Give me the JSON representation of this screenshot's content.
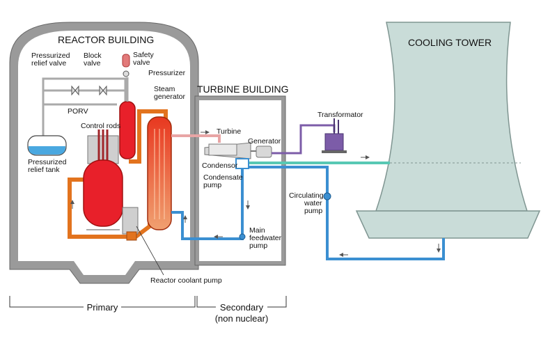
{
  "buildings": {
    "reactor": "REACTOR BUILDING",
    "turbine": "TURBINE BUILDING",
    "cooling_tower": "COOLING TOWER"
  },
  "components": {
    "pressurized_relief_valve": [
      "Pressurized",
      "relief valve"
    ],
    "block_valve": [
      "Block",
      "valve"
    ],
    "safety_valve": [
      "Safety",
      "valve"
    ],
    "pressurizer": "Pressurizer",
    "steam_generator": [
      "Steam",
      "generator"
    ],
    "porv": "PORV",
    "control_rods": "Control rods",
    "pressurized_relief_tank": [
      "Pressurized",
      "relief tank"
    ],
    "turbine": "Turbine",
    "generator": "Generator",
    "transformator": "Transformator",
    "condensor": "Condensor",
    "condensate_pump": [
      "Condensate",
      "pump"
    ],
    "circulating_water_pump": [
      "Circulating",
      "water",
      "pump"
    ],
    "main_feedwater_pump": [
      "Main",
      "feedwater",
      "pump"
    ],
    "reactor_coolant_pump": "Reactor coolant pump"
  },
  "sections": {
    "primary": "Primary",
    "secondary": "Secondary",
    "secondary_note": "(non nuclear)"
  },
  "colors": {
    "building_wall": "#8c8c8c",
    "tower": "#c9dcd8",
    "primary_loop": "#e2731e",
    "reactor_red": "#e8202a",
    "steam_pink": "#e8a5a5",
    "feedwater_blue": "#3b8fd1",
    "cooling_teal": "#58c8b4",
    "electric_purple": "#7c5ca8"
  }
}
